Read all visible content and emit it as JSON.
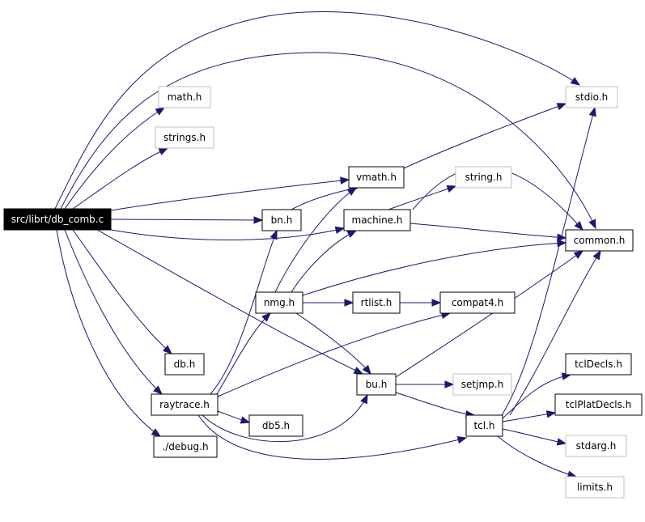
{
  "diagram": {
    "nodes": {
      "db_comb": {
        "label": "src/librt/db_comb.c",
        "style": "root"
      },
      "math": {
        "label": "math.h",
        "style": "external"
      },
      "strings": {
        "label": "strings.h",
        "style": "external"
      },
      "stdio": {
        "label": "stdio.h",
        "style": "external"
      },
      "vmath": {
        "label": "vmath.h",
        "style": "normal"
      },
      "string": {
        "label": "string.h",
        "style": "external"
      },
      "bn": {
        "label": "bn.h",
        "style": "normal"
      },
      "machine": {
        "label": "machine.h",
        "style": "normal"
      },
      "common": {
        "label": "common.h",
        "style": "normal"
      },
      "nmg": {
        "label": "nmg.h",
        "style": "normal"
      },
      "rtlist": {
        "label": "rtlist.h",
        "style": "normal"
      },
      "compat4": {
        "label": "compat4.h",
        "style": "normal"
      },
      "db": {
        "label": "db.h",
        "style": "normal"
      },
      "bu": {
        "label": "bu.h",
        "style": "normal"
      },
      "setjmp": {
        "label": "setjmp.h",
        "style": "external"
      },
      "tclDecls": {
        "label": "tclDecls.h",
        "style": "normal"
      },
      "raytrace": {
        "label": "raytrace.h",
        "style": "normal"
      },
      "tclPlatDecls": {
        "label": "tclPlatDecls.h",
        "style": "normal"
      },
      "db5": {
        "label": "db5.h",
        "style": "normal"
      },
      "tcl": {
        "label": "tcl.h",
        "style": "normal"
      },
      "stdarg": {
        "label": "stdarg.h",
        "style": "external"
      },
      "debug": {
        "label": "./debug.h",
        "style": "normal"
      },
      "limits": {
        "label": "limits.h",
        "style": "external"
      }
    },
    "edges": [
      {
        "from": "db_comb",
        "to": "math"
      },
      {
        "from": "db_comb",
        "to": "strings"
      },
      {
        "from": "db_comb",
        "to": "stdio"
      },
      {
        "from": "db_comb",
        "to": "common"
      },
      {
        "from": "db_comb",
        "to": "vmath"
      },
      {
        "from": "db_comb",
        "to": "bn"
      },
      {
        "from": "db_comb",
        "to": "machine"
      },
      {
        "from": "db_comb",
        "to": "bu"
      },
      {
        "from": "db_comb",
        "to": "db"
      },
      {
        "from": "db_comb",
        "to": "raytrace"
      },
      {
        "from": "db_comb",
        "to": "debug"
      },
      {
        "from": "vmath",
        "to": "stdio"
      },
      {
        "from": "vmath",
        "to": "common"
      },
      {
        "from": "bn",
        "to": "vmath"
      },
      {
        "from": "machine",
        "to": "string"
      },
      {
        "from": "machine",
        "to": "common"
      },
      {
        "from": "nmg",
        "to": "vmath"
      },
      {
        "from": "nmg",
        "to": "machine"
      },
      {
        "from": "nmg",
        "to": "common"
      },
      {
        "from": "nmg",
        "to": "rtlist"
      },
      {
        "from": "nmg",
        "to": "bu"
      },
      {
        "from": "rtlist",
        "to": "compat4"
      },
      {
        "from": "bu",
        "to": "common"
      },
      {
        "from": "bu",
        "to": "setjmp"
      },
      {
        "from": "bu",
        "to": "tcl"
      },
      {
        "from": "raytrace",
        "to": "bn"
      },
      {
        "from": "raytrace",
        "to": "nmg"
      },
      {
        "from": "raytrace",
        "to": "compat4"
      },
      {
        "from": "raytrace",
        "to": "db5"
      },
      {
        "from": "raytrace",
        "to": "bu"
      },
      {
        "from": "raytrace",
        "to": "tcl"
      },
      {
        "from": "tcl",
        "to": "stdio"
      },
      {
        "from": "tcl",
        "to": "common"
      },
      {
        "from": "tcl",
        "to": "tclDecls"
      },
      {
        "from": "tcl",
        "to": "tclPlatDecls"
      },
      {
        "from": "tcl",
        "to": "stdarg"
      },
      {
        "from": "tcl",
        "to": "limits"
      }
    ]
  },
  "colors": {
    "edge": "#191970",
    "node_border": "#000000",
    "external_border": "#bfbfbf",
    "root_fill": "#000000",
    "root_text": "#ffffff"
  }
}
